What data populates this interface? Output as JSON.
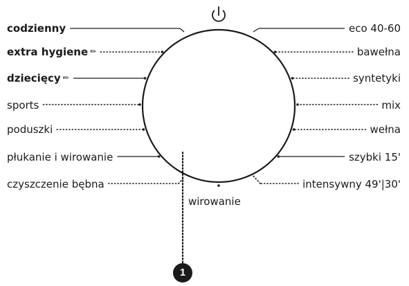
{
  "dial": {
    "power_symbol": "power-icon",
    "marker_icon": "hand-tag-icon",
    "programs_left": [
      {
        "id": "codzienny",
        "label": "codzienny",
        "bold": true,
        "tagged": false,
        "line": "solid"
      },
      {
        "id": "extra-hygiene",
        "label": "extra hygiene",
        "bold": true,
        "tagged": true,
        "line": "dotted"
      },
      {
        "id": "dzieciecy",
        "label": "dziecięcy",
        "bold": true,
        "tagged": true,
        "line": "solid"
      },
      {
        "id": "sports",
        "label": "sports",
        "bold": false,
        "tagged": false,
        "line": "dotted"
      },
      {
        "id": "poduszki",
        "label": "poduszki",
        "bold": false,
        "tagged": false,
        "line": "dotted"
      },
      {
        "id": "plukanie",
        "label": "płukanie i wirowanie",
        "bold": false,
        "tagged": false,
        "line": "solid"
      },
      {
        "id": "czyszczenie",
        "label": "czyszczenie bębna",
        "bold": false,
        "tagged": false,
        "line": "dotted"
      }
    ],
    "programs_right": [
      {
        "id": "eco",
        "label": "eco 40-60",
        "line": "solid"
      },
      {
        "id": "bawelna",
        "label": "bawełna",
        "line": "dotted"
      },
      {
        "id": "syntetyki",
        "label": "syntetyki",
        "line": "dotted"
      },
      {
        "id": "mix",
        "label": "mix",
        "line": "dotted"
      },
      {
        "id": "welna",
        "label": "wełna",
        "line": "dotted"
      },
      {
        "id": "szybki",
        "label": "szybki 15'",
        "line": "solid"
      },
      {
        "id": "intensywny",
        "label": "intensywny 49'|30'",
        "line": "dotted"
      }
    ],
    "program_bottom": {
      "id": "wirowanie",
      "label": "wirowanie"
    },
    "callout": {
      "number": "1"
    }
  }
}
